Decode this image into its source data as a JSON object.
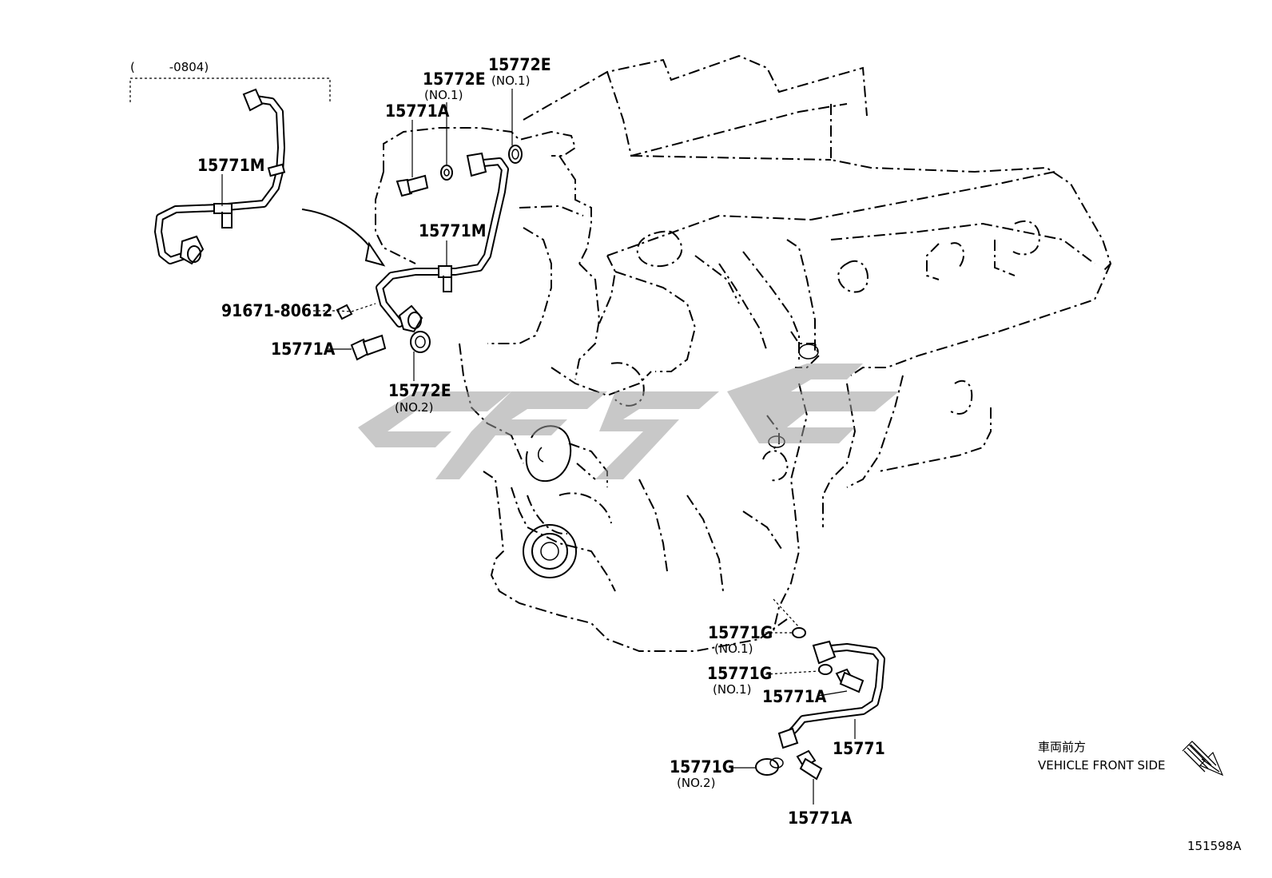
{
  "diagram": {
    "date_range": "(         -0804)",
    "labels": {
      "p_15771M_inset": "15771M",
      "p_15771M_main": "15771M",
      "p_15772E_a": "15772E",
      "p_15772E_a_sub": "(NO.1)",
      "p_15772E_b": "15772E",
      "p_15772E_b_sub": "(NO.1)",
      "p_15771A_top": "15771A",
      "p_91671": "91671-80612",
      "p_15771A_left": "15771A",
      "p_15772E_c": "15772E",
      "p_15772E_c_sub": "(NO.2)",
      "p_15771G_a": "15771G",
      "p_15771G_a_sub": "(NO.1)",
      "p_15771G_b": "15771G",
      "p_15771G_b_sub": "(NO.1)",
      "p_15771A_mid": "15771A",
      "p_15771": "15771",
      "p_15771G_c": "15771G",
      "p_15771G_c_sub": "(NO.2)",
      "p_15771A_bottom": "15771A"
    },
    "direction_jp": "車両前方",
    "direction_en": "VEHICLE FRONT SIDE",
    "ref_code": "151598A"
  },
  "colors": {
    "line": "#000000",
    "watermark": "#9a9a9a"
  }
}
